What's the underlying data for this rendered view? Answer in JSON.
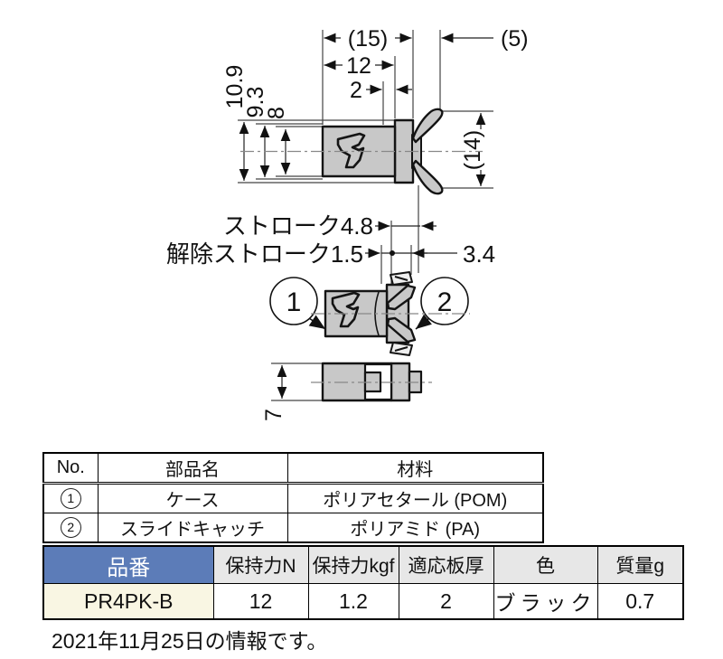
{
  "drawing": {
    "top_view": {
      "dim_overall_width": "(15)",
      "dim_case_width": "12",
      "dim_flange_width": "2",
      "dim_protrusion": "(5)",
      "dim_height_overall": "10.9",
      "dim_height_mid": "9.3",
      "dim_height_case": "8",
      "dim_wing_span": "(14)"
    },
    "stroke_view": {
      "stroke_label": "ストローク4.8",
      "release_stroke_label": "解除ストローク1.5",
      "dim_catch_depth": "3.4",
      "balloon_1": "1",
      "balloon_2": "2"
    },
    "top_face_view": {
      "dim_depth": "7"
    }
  },
  "parts_table": {
    "headers": {
      "no": "No.",
      "part_name": "部品名",
      "material": "材料"
    },
    "rows": [
      {
        "no": "1",
        "part_name": "ケース",
        "material": "ポリアセタール (POM)"
      },
      {
        "no": "2",
        "part_name": "スライドキャッチ",
        "material": "ポリアミド (PA)"
      }
    ]
  },
  "spec_table": {
    "headers": {
      "part_no": "品番",
      "holding_force_n": "保持力N",
      "holding_force_kgf": "保持力kgf",
      "panel_thickness": "適応板厚",
      "color": "色",
      "mass": "質量g"
    },
    "row": {
      "part_no": "PR4PK-B",
      "holding_force_n": "12",
      "holding_force_kgf": "1.2",
      "panel_thickness": "2",
      "color": "ブラック",
      "mass": "0.7"
    }
  },
  "footer_note": "2021年11月25日の情報です。",
  "colors": {
    "accent_blue": "#5c7cb8",
    "part_no_cream": "#f9f6e3",
    "header_gray": "#e7e7e7",
    "drawing_gray": "#c8c8c8"
  }
}
